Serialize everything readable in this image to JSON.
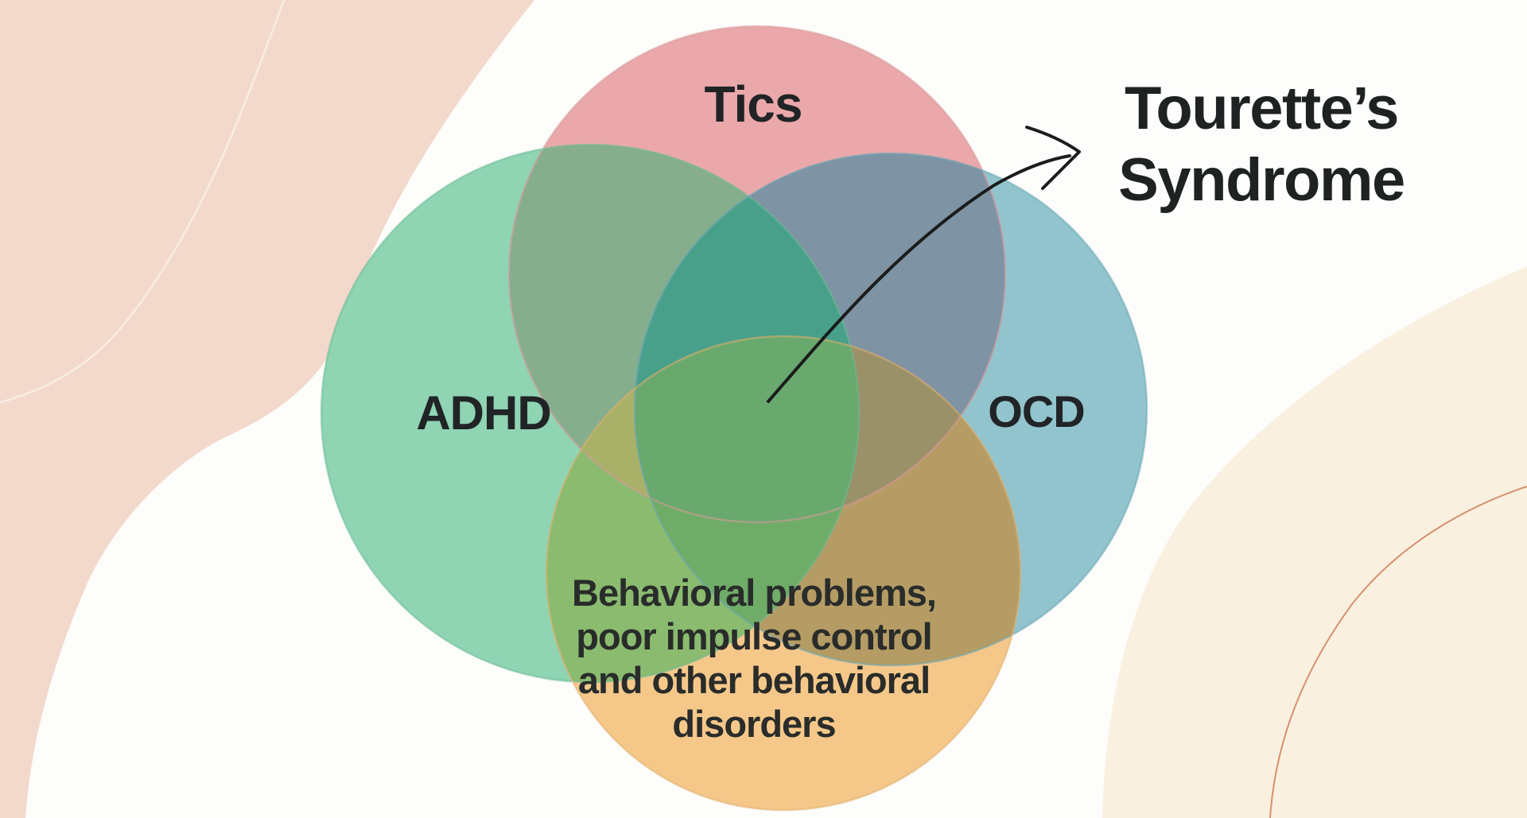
{
  "background": {
    "canvas_color": "#fdfdfb",
    "left_blob_color": "#f3d9cc",
    "left_blob_line_color": "#f9ede3",
    "right_blob_color": "#faf0e0",
    "right_blob_line_color": "#d6906f"
  },
  "venn": {
    "circles": {
      "tics": {
        "label": "Tics",
        "fill": "#EBA8AA",
        "stroke": "#D99A9D"
      },
      "adhd": {
        "label": "ADHD",
        "fill": "#8FD4B3",
        "stroke": "#6CBB96"
      },
      "ocd": {
        "label": "OCD",
        "fill": "#92C4CE",
        "stroke": "#69A7B5"
      },
      "behavioral": {
        "label": "Behavioral problems,\npoor impulse control\nand other behavioral\ndisorders",
        "fill": "#F5C88A",
        "stroke": "#E2AE6C"
      }
    },
    "overlaps": {
      "tics_adhd": "#86AE8D",
      "tics_ocd": "#7E93A3",
      "adhd_behavioral": "#8ABB6F",
      "ocd_behavioral": "#B59C64",
      "tics_adhd_ocd": "#48A08A",
      "tics_adhd_behavioral": "#A9B169",
      "tics_ocd_behavioral": "#9A9168",
      "adhd_ocd_behavioral": "#6FAC68",
      "all_four": "#69A96E"
    }
  },
  "annotation": {
    "label": "Tourette’s\nSyndrome",
    "arrow_color": "#1a1c1c",
    "text_color": "#1f2223"
  }
}
